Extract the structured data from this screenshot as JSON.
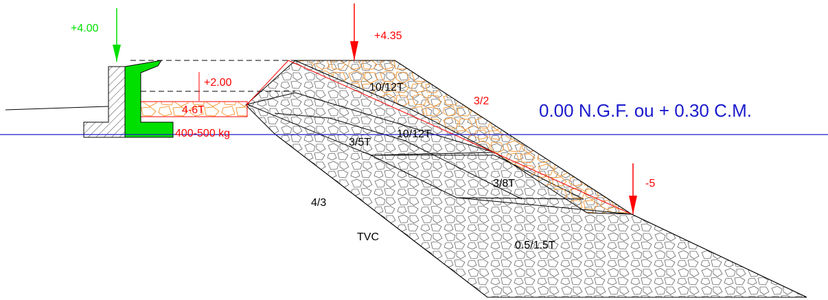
{
  "colors": {
    "green": "#00e000",
    "red": "#ff0000",
    "blue": "#1a1acc",
    "orange": "#f39a3a",
    "line": "#000000",
    "rock": "#666666"
  },
  "annotations": {
    "crown_level": "+4.00",
    "crest_level": "+4.35",
    "platform_level": "+2.00",
    "toe_level": "-5",
    "sea_level": "0.00 N.G.F. ou + 0.30 C.M.",
    "slope_front": "3/2",
    "slope_back": "4/3"
  },
  "layers": {
    "armour_top": "10/12T",
    "armour_mid": "10/12T",
    "underlayer_small": "4-6T",
    "filter": "400-500 kg",
    "filter_2": "3/5T",
    "filter_3": "3/8T",
    "core_low": "0.5/1.5T",
    "core": "TVC"
  }
}
